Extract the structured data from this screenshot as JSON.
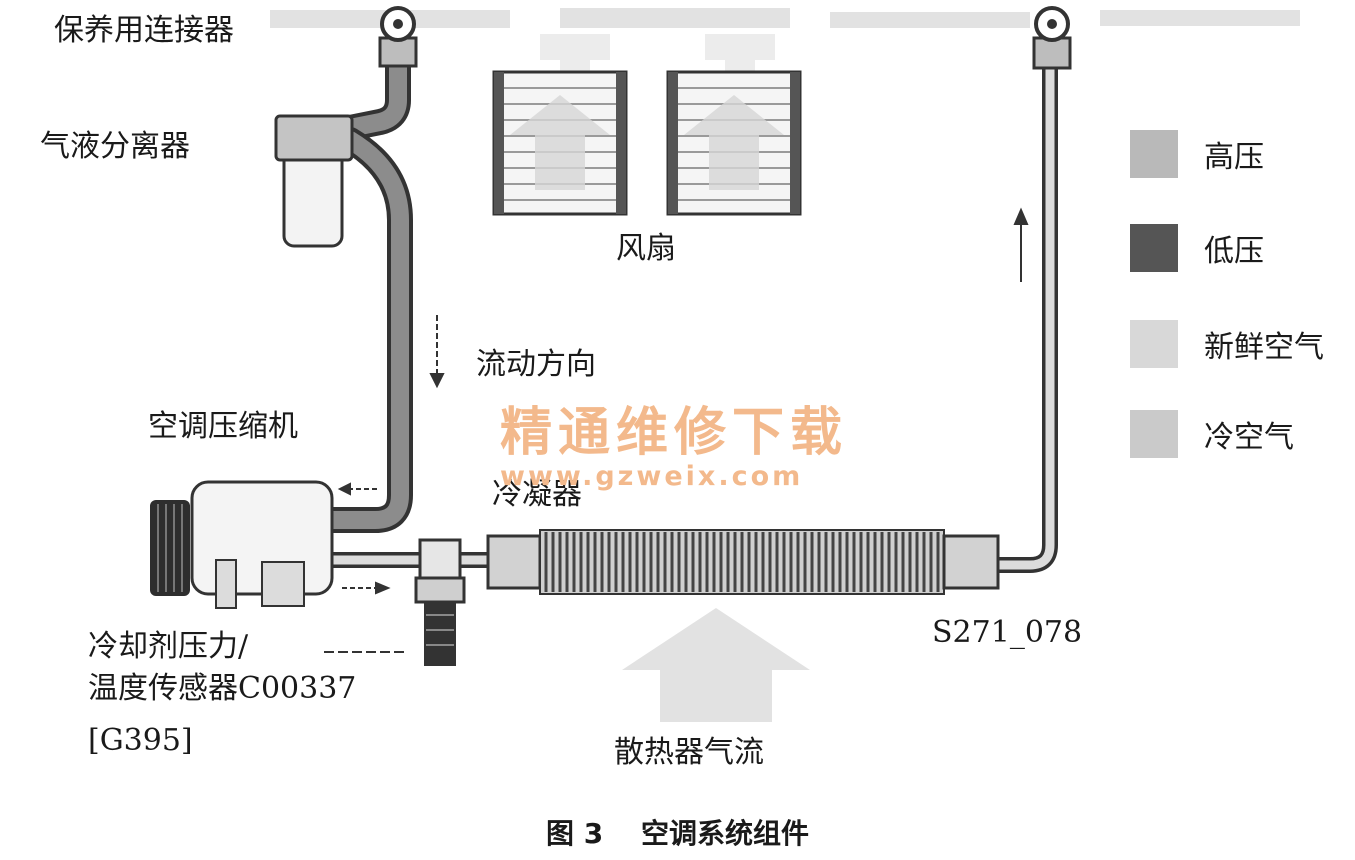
{
  "labels": {
    "service_connector": "保养用连接器",
    "gas_liquid_separator": "气液分离器",
    "fan": "风扇",
    "flow_direction": "流动方向",
    "ac_compressor": "空调压缩机",
    "condenser": "冷凝器",
    "sensor_line1": "冷却剂压力/",
    "sensor_line2": "温度传感器C00337",
    "sensor_line3": "[G395]",
    "radiator_airflow": "散热器气流",
    "figure_code": "S271_078"
  },
  "legend": [
    {
      "label": "高压",
      "color": "#b9b9b9"
    },
    {
      "label": "低压",
      "color": "#555555"
    },
    {
      "label": "新鲜空气",
      "color": "#d8d8d8"
    },
    {
      "label": "冷空气",
      "color": "#cacaca"
    }
  ],
  "watermark": {
    "title": "精通维修下载",
    "url": "www.gzweix.com",
    "color": "#f3b98c"
  },
  "caption": {
    "figure": "图 3",
    "title": "空调系统组件"
  }
}
